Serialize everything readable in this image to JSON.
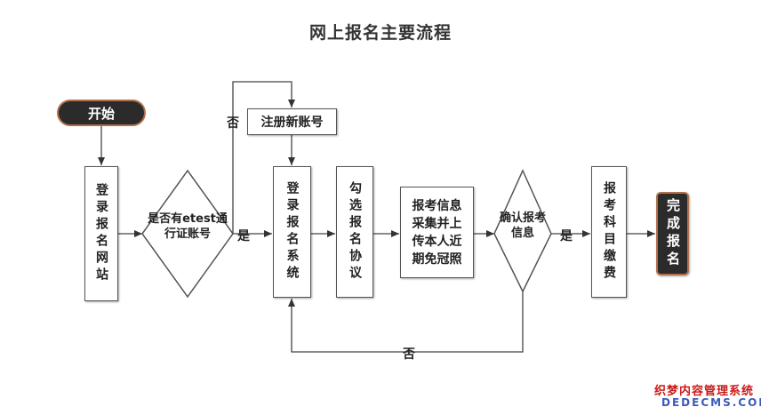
{
  "title": "网上报名主要流程",
  "nodes": {
    "start": "开始",
    "login_site": "登录报名网站",
    "has_account": "是否有etest通行证账号",
    "register": "注册新账号",
    "login_system": "登录报名系统",
    "agreement": "勾选报名协议",
    "info": "报考信息采集并上传本人近期免冠照",
    "confirm": "确认报考信息",
    "pay": "报考科目缴费",
    "done": "完成报名"
  },
  "edges": {
    "yes1": "是",
    "no1": "否",
    "yes2": "是",
    "no2": "否"
  },
  "watermark": {
    "cn": "织梦内容管理系统",
    "en": "DEDECMS.COM"
  }
}
